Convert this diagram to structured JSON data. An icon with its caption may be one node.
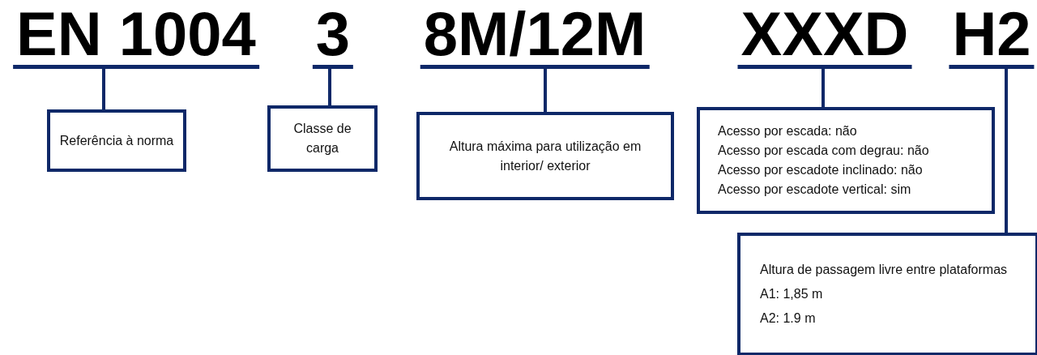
{
  "diagram": {
    "nodes": [
      {
        "text": [
          "EN 1004"
        ]
      },
      {
        "text": [
          "3"
        ]
      },
      {
        "text": [
          "8M/12M"
        ]
      },
      {
        "text": [
          "XXXD"
        ]
      },
      {
        "text": [
          "H2"
        ]
      },
      {
        "text": [
          "Referência à norma"
        ]
      },
      {
        "text": [
          "Classe de carga"
        ]
      },
      {
        "text": [
          "Altura máxima para utilização em interior/ exterior"
        ]
      },
      {
        "text": [
          "Acesso por escada: não",
          "Acesso por escada com degrau: não",
          "Acesso por escadote inclinado: não",
          "Acesso por escadote vertical: sim"
        ]
      },
      {
        "text": [
          "Altura de passagem livre entre plataformas",
          "A1: 1,85 m",
          "A2: 1.9 m"
        ]
      }
    ],
    "edges": [
      {
        "from": 0,
        "to": 5,
        "arrow": "none"
      },
      {
        "from": 1,
        "to": 6,
        "arrow": "none"
      },
      {
        "from": 2,
        "to": 7,
        "arrow": "none"
      },
      {
        "from": 3,
        "to": 8,
        "arrow": "none"
      },
      {
        "from": 4,
        "to": 9,
        "arrow": "none"
      }
    ]
  }
}
